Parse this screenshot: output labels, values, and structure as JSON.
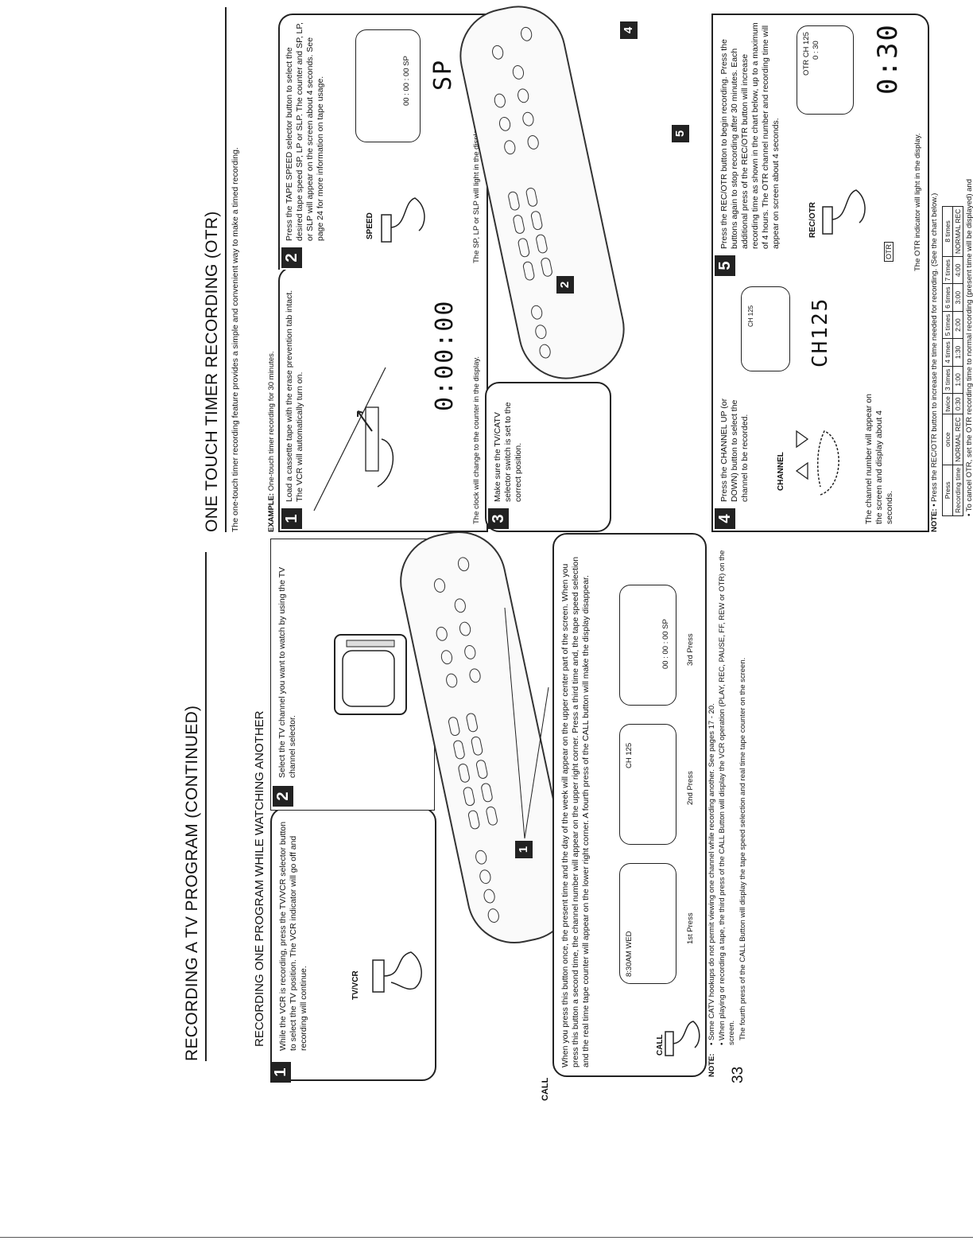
{
  "page_number": "33",
  "left": {
    "title": "RECORDING A TV PROGRAM (CONTINUED)",
    "section_heading": "RECORDING ONE PROGRAM WHILE WATCHING ANOTHER",
    "step1": {
      "num": "1",
      "text": "While the VCR is recording, press the TV/VCR selector button to select the TV position. The VCR indicator will go off and recording will continue.",
      "button_label": "TV/VCR"
    },
    "step2": {
      "num": "2",
      "text": "Select the TV channel you want to watch by using the TV channel selector."
    },
    "callout1": "1",
    "call_label": "CALL",
    "call_button_label": "CALL",
    "call_text": "When you press this button once, the present time and the day of the week will appear on the upper center part of the screen. When you press this button a second time, the channel number will appear on the upper right corner. Press a third time and, the tape speed selection and the real time tape counter will appear on the lower right corner. A fourth press of the CALL button will make the display disappear.",
    "screens": [
      {
        "content": "8:30AM  WED",
        "caption": "1st Press"
      },
      {
        "content": "CH 125",
        "caption": "2nd Press"
      },
      {
        "content": "00 : 00 : 00  SP",
        "caption": "3rd Press"
      }
    ],
    "note_label": "NOTE:",
    "notes": [
      "Some CATV hookups do not permit viewing one channel while recording another. See pages 17 - 20.",
      "When playing or recording a tape, the third press of the CALL Button will display the VCR operation (PLAY, REC, PAUSE, FF, REW or OTR) on the screen.",
      "The fourth press of the CALL Button will display the tape speed selection and real time tape counter on the screen."
    ]
  },
  "right": {
    "title": "ONE TOUCH TIMER RECORDING (OTR)",
    "intro": "The one-touch timer recording feature provides a simple and convenient way to make a timed recording.",
    "example_label": "EXAMPLE:",
    "example_text": "One-touch timer recording for 30 minutes.",
    "step1": {
      "num": "1",
      "text": "Load a cassette tape with the erase prevention tab intact. The VCR will automatically turn on.",
      "display": "0:00:00",
      "caption": "The clock will change to the counter in the display."
    },
    "step2": {
      "num": "2",
      "text": "Press the TAPE SPEED selector button to select the desired tape speed SP, LP or SLP. The counter and SP, LP, or SLP will appear on the screen about 4 seconds. See page 24 for more information on tape usage.",
      "button_label": "SPEED",
      "screen_text": "00 : 00 : 00  SP",
      "display": "SP",
      "caption": "The SP, LP or SLP will light in the display."
    },
    "step3": {
      "num": "3",
      "text": "Make sure the TV/CATV selector switch is set to the correct position."
    },
    "callouts": [
      "2",
      "4",
      "5"
    ],
    "step4": {
      "num": "4",
      "text": "Press the CHANNEL UP (or DOWN) button to select the channel to be recorded.",
      "button_label": "CHANNEL",
      "screen_text": "CH 125",
      "display": "CH125",
      "caption": "The channel number will appear on the screen and display about 4 seconds."
    },
    "step5": {
      "num": "5",
      "text": "Press the REC/OTR button to begin recording. Press the buttons again to stop recording after 30 minutes. Each additional press of the REC/OTR button will increase recording time as shown in the chart below, up to a maximum of 4 hours. The OTR channel number and recording time will appear on screen about 4 seconds.",
      "button_label": "REC/OTR",
      "screen_line1": "OTR CH 125",
      "screen_line2": "0 : 30",
      "otr_indicator": "OTR",
      "display": "0:30",
      "caption": "The OTR indicator will light in the display."
    },
    "note_label": "NOTE:",
    "note1": "Press the REC/OTR button to increase the time needed for recording. (See the chart below.)",
    "table": {
      "press_label": "Press",
      "time_label": "Recording time",
      "presses": [
        "once",
        "twice",
        "3 times",
        "4 times",
        "5 times",
        "6 times",
        "7 times",
        "8 times"
      ],
      "times": [
        "NORMAL REC",
        "0:30",
        "1:00",
        "1:30",
        "2:00",
        "3:00",
        "4:00",
        "NORMAL REC"
      ]
    },
    "note2": "To cancel OTR, set the OTR recording time to normal recording (present time will be displayed) and"
  }
}
